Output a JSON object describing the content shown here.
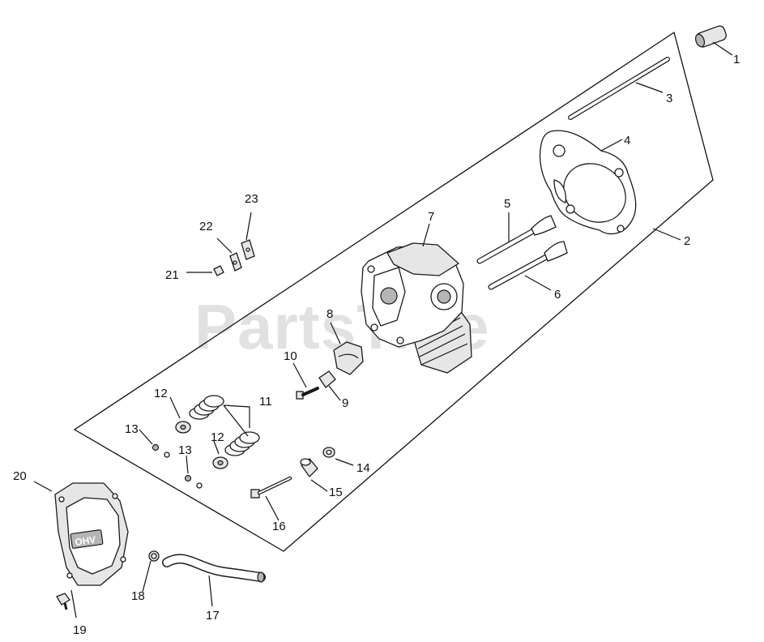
{
  "watermark": "PartsTree",
  "callouts": {
    "c1": "1",
    "c2": "2",
    "c3": "3",
    "c4": "4",
    "c5": "5",
    "c6": "6",
    "c7": "7",
    "c8": "8",
    "c9": "9",
    "c10": "10",
    "c11": "11",
    "c12a": "12",
    "c12b": "12",
    "c13a": "13",
    "c13b": "13",
    "c14": "14",
    "c15": "15",
    "c16": "16",
    "c17": "17",
    "c18": "18",
    "c19": "19",
    "c20": "20",
    "c21": "21",
    "c22": "22",
    "c23": "23"
  },
  "cover_label": "OHV"
}
